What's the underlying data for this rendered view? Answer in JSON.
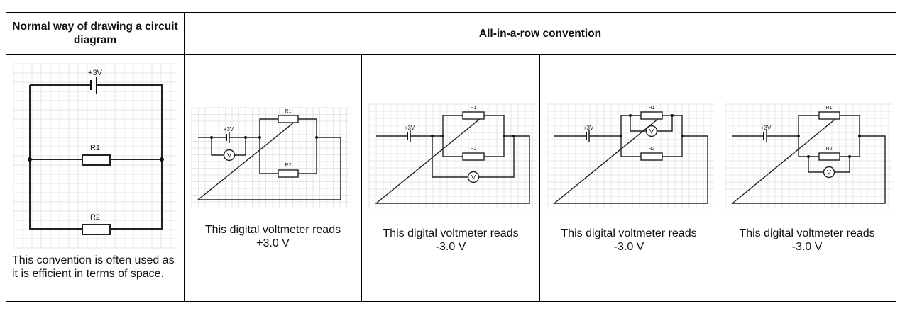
{
  "table": {
    "headers": {
      "normal": "Normal way of drawing a circuit diagram",
      "all_in_row": "All-in-a-row convention"
    },
    "normal_cell": {
      "battery_label": "+3V",
      "r1_label": "R1",
      "r2_label": "R2",
      "caption": "This convention is often used as it is efficient in terms of space."
    },
    "circuits": [
      {
        "battery_label": "+3V",
        "r1_label": "R1",
        "r2_label": "R2",
        "voltmeter_label": "V",
        "voltmeter_across": "battery",
        "caption_line1": "This digital voltmeter reads",
        "caption_line2": "+3.0 V",
        "reading_volts": 3.0
      },
      {
        "battery_label": "+3V",
        "r1_label": "R1",
        "r2_label": "R2",
        "voltmeter_label": "V",
        "voltmeter_across": "R1 and R2 parallel block",
        "caption_line1": "This digital voltmeter reads",
        "caption_line2": "-3.0 V",
        "reading_volts": -3.0
      },
      {
        "battery_label": "+3V",
        "r1_label": "R1",
        "r2_label": "R2",
        "voltmeter_label": "V",
        "voltmeter_across": "R1",
        "caption_line1": "This digital voltmeter reads",
        "caption_line2": "-3.0 V",
        "reading_volts": -3.0
      },
      {
        "battery_label": "+3V",
        "r1_label": "R1",
        "r2_label": "R2",
        "voltmeter_label": "V",
        "voltmeter_across": "R2",
        "caption_line1": "This digital voltmeter reads",
        "caption_line2": "-3.0 V",
        "reading_volts": -3.0
      }
    ]
  }
}
